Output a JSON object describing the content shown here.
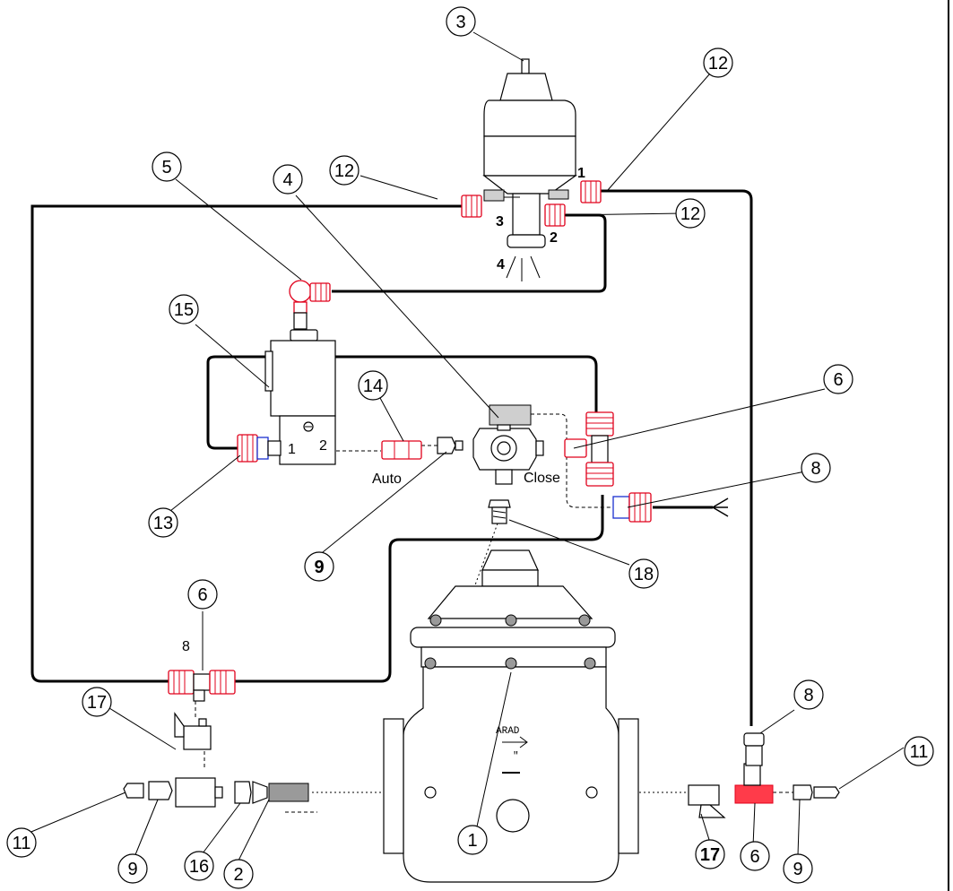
{
  "callouts": [
    {
      "id": "c3",
      "text": "3"
    },
    {
      "id": "c12a",
      "text": "12"
    },
    {
      "id": "c5",
      "text": "5"
    },
    {
      "id": "c4",
      "text": "4"
    },
    {
      "id": "c12b",
      "text": "12"
    },
    {
      "id": "c12c",
      "text": "12"
    },
    {
      "id": "c15",
      "text": "15"
    },
    {
      "id": "c14",
      "text": "14"
    },
    {
      "id": "c6a",
      "text": "6"
    },
    {
      "id": "c8a",
      "text": "8"
    },
    {
      "id": "c13",
      "text": "13"
    },
    {
      "id": "c9a",
      "text": "9"
    },
    {
      "id": "c18",
      "text": "18"
    },
    {
      "id": "c6b",
      "text": "6"
    },
    {
      "id": "c17a",
      "text": "17"
    },
    {
      "id": "c8b",
      "text": "8"
    },
    {
      "id": "c11a",
      "text": "11"
    },
    {
      "id": "c11b",
      "text": "11"
    },
    {
      "id": "c9b",
      "text": "9"
    },
    {
      "id": "c16",
      "text": "16"
    },
    {
      "id": "c2",
      "text": "2"
    },
    {
      "id": "c1",
      "text": "1"
    },
    {
      "id": "c17b",
      "text": "17"
    },
    {
      "id": "c6c",
      "text": "6"
    },
    {
      "id": "c9c",
      "text": "9"
    }
  ],
  "port_labels": {
    "pilot_1": "1",
    "pilot_2": "2",
    "pilot_3": "3",
    "pilot_4": "4",
    "solenoid_1": "1",
    "solenoid_2": "2",
    "tee_8": "8"
  },
  "selector_labels": {
    "auto": "Auto",
    "close": "Close"
  },
  "valve_text": {
    "brand": "ARAD",
    "mark": "\""
  }
}
